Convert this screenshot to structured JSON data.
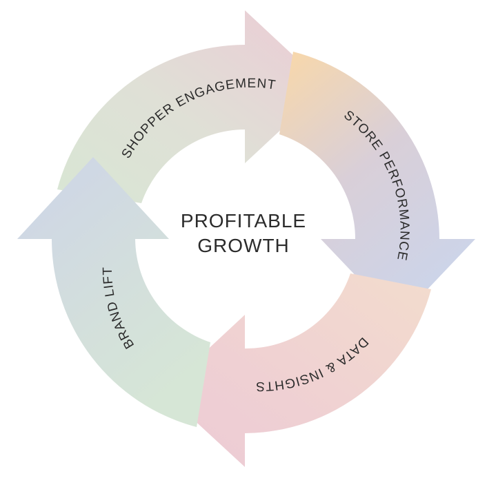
{
  "center": {
    "line1": "PROFITABLE",
    "line2": "GROWTH"
  },
  "segments": [
    {
      "label": "SHOPPER ENGAGEMENT",
      "color_start": "#d8e6d4",
      "color_end": "#eccbd5"
    },
    {
      "label": "STORE PERFORMANCE",
      "color_start": "#f9d8a9",
      "color_end": "#ccd4e9"
    },
    {
      "label": "DATA & INSIGHTS",
      "color_start": "#f3dccd",
      "color_end": "#eccbd5"
    },
    {
      "label": "BRAND LIFT",
      "color_start": "#cdd4e8",
      "color_end": "#d6e6d6"
    }
  ]
}
